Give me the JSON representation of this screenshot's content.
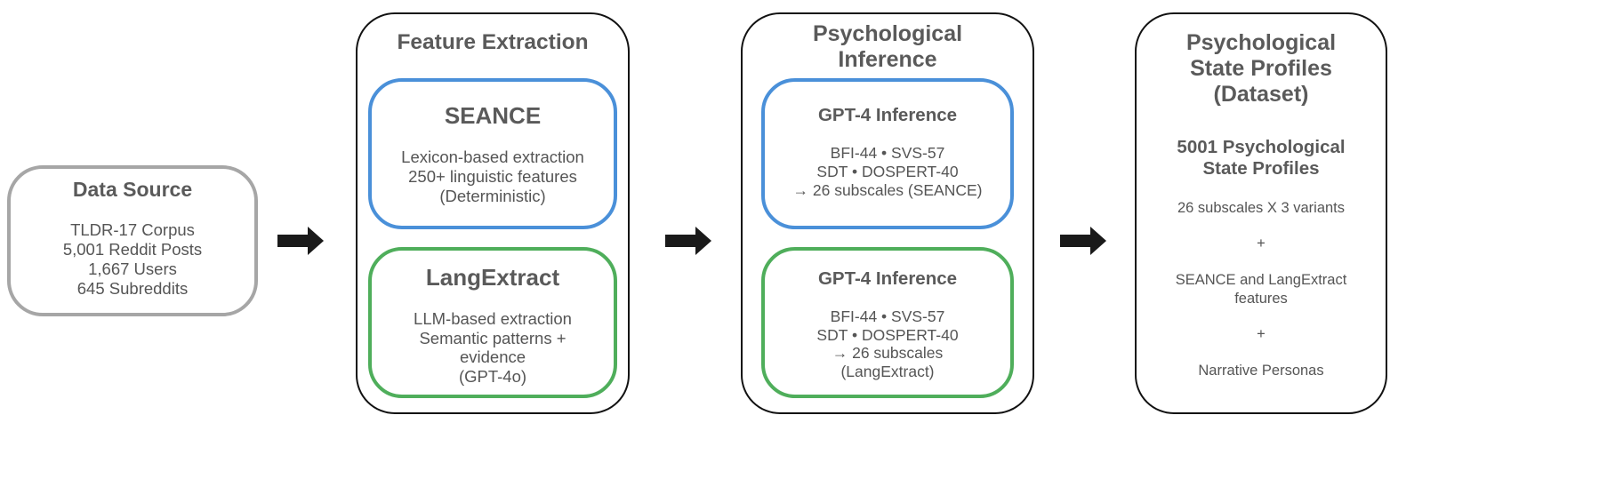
{
  "source": {
    "title": "Data Source",
    "lines": [
      "TLDR-17 Corpus",
      "5,001 Reddit Posts",
      "1,667 Users",
      "645 Subreddits"
    ]
  },
  "feature_extraction": {
    "title": "Feature Extraction",
    "seance": {
      "title": "SEANCE",
      "lines": [
        "Lexicon-based extraction",
        "250+ linguistic features",
        "(Deterministic)"
      ]
    },
    "langextract": {
      "title": "LangExtract",
      "lines": [
        "LLM-based extraction",
        "Semantic patterns +",
        "evidence",
        "(GPT-4o)"
      ]
    }
  },
  "inference": {
    "title_lines": [
      "Psychological",
      "Inference"
    ],
    "blue": {
      "title": "GPT-4 Inference",
      "lines": [
        "BFI-44 • SVS-57",
        "SDT • DOSPERT-40",
        "→ 26 subscales (SEANCE)"
      ]
    },
    "green": {
      "title": "GPT-4 Inference",
      "lines": [
        "BFI-44 • SVS-57",
        "SDT • DOSPERT-40",
        "→ 26 subscales",
        "(LangExtract)"
      ]
    }
  },
  "profiles": {
    "title_lines": [
      "Psychological",
      "State Profiles",
      "(Dataset)"
    ],
    "subtitle_lines": [
      "5001 Psychological",
      "State Profiles"
    ],
    "item1": "26 subscales X 3 variants",
    "plus1": "+",
    "item2_lines": [
      "SEANCE and LangExtract",
      "features"
    ],
    "plus2": "+",
    "item3": "Narrative Personas"
  },
  "colors": {
    "blue": "#4a90d9",
    "green": "#4fae5b",
    "gray": "#a6a6a6",
    "arrow": "#1a1a1a"
  }
}
